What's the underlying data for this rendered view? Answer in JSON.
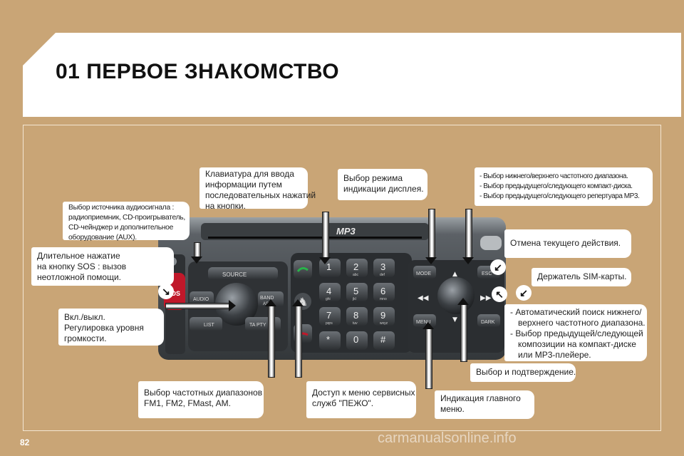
{
  "header": {
    "title": "01 ПЕРВОЕ ЗНАКОМСТВО"
  },
  "page_number": "82",
  "watermark": "carmanualsonline.info",
  "radio": {
    "mp3": "MP3",
    "source": "SOURCE",
    "audio": "AUDIO",
    "list": "LIST",
    "band": "BAND",
    "ast": "AST",
    "ta_pty": "TA PTY",
    "sos": "SOS",
    "mode": "MODE",
    "esc": "ESC",
    "menu": "MENU",
    "dark": "DARK",
    "keys": [
      {
        "n": "1",
        "s": ""
      },
      {
        "n": "2",
        "s": "abc"
      },
      {
        "n": "3",
        "s": "def"
      },
      {
        "n": "4",
        "s": "ghi"
      },
      {
        "n": "5",
        "s": "jkl"
      },
      {
        "n": "6",
        "s": "mno"
      },
      {
        "n": "7",
        "s": "pqrs"
      },
      {
        "n": "8",
        "s": "tuv"
      },
      {
        "n": "9",
        "s": "wxyz"
      },
      {
        "n": "*",
        "s": ""
      },
      {
        "n": "0",
        "s": ""
      },
      {
        "n": "#",
        "s": ""
      }
    ]
  },
  "callouts": {
    "source_select": [
      "Выбор источника аудиосигнала :",
      "радиоприемник, CD-проигрыватель,",
      "CD-чейнджер и дополнительное",
      "оборудование (AUX)."
    ],
    "sos_long_press": [
      "Длительное нажатие",
      "на кнопку SOS : вызов",
      "неотложной помощи."
    ],
    "power_volume": [
      "Вкл./выкл.",
      "Регулировка уровня",
      "громкости."
    ],
    "band_select": [
      "Выбор частотных диапазонов",
      "FM1, FM2, FMast, AM."
    ],
    "keypad": [
      "Клавиатура для ввода",
      "информации путем",
      "последовательных нажатий",
      "на кнопки."
    ],
    "peugeot_services": [
      "Доступ к меню сервисных",
      "служб \"ПЕЖО\"."
    ],
    "display_mode": [
      "Выбор режима",
      "индикации дисплея."
    ],
    "frequency_range": [
      "- Выбор нижнего/верхнего частотного диапазона.",
      "- Выбор предыдущего/следующего компакт-диска.",
      "- Выбор предыдущего/следующего репертуара MP3."
    ],
    "cancel": [
      "Отмена текущего действия."
    ],
    "sim_holder": [
      "Держатель SIM-карты."
    ],
    "auto_search": [
      "- Автоматический поиск нижнего/",
      "верхнего частотного диапазона.",
      "- Выбор предыдущей/следующей",
      "композиции на компакт-диске",
      "или MP3-плейере."
    ],
    "select_confirm": [
      "Выбор и подтверждение."
    ],
    "main_menu": [
      "Индикация главного",
      "меню."
    ]
  }
}
